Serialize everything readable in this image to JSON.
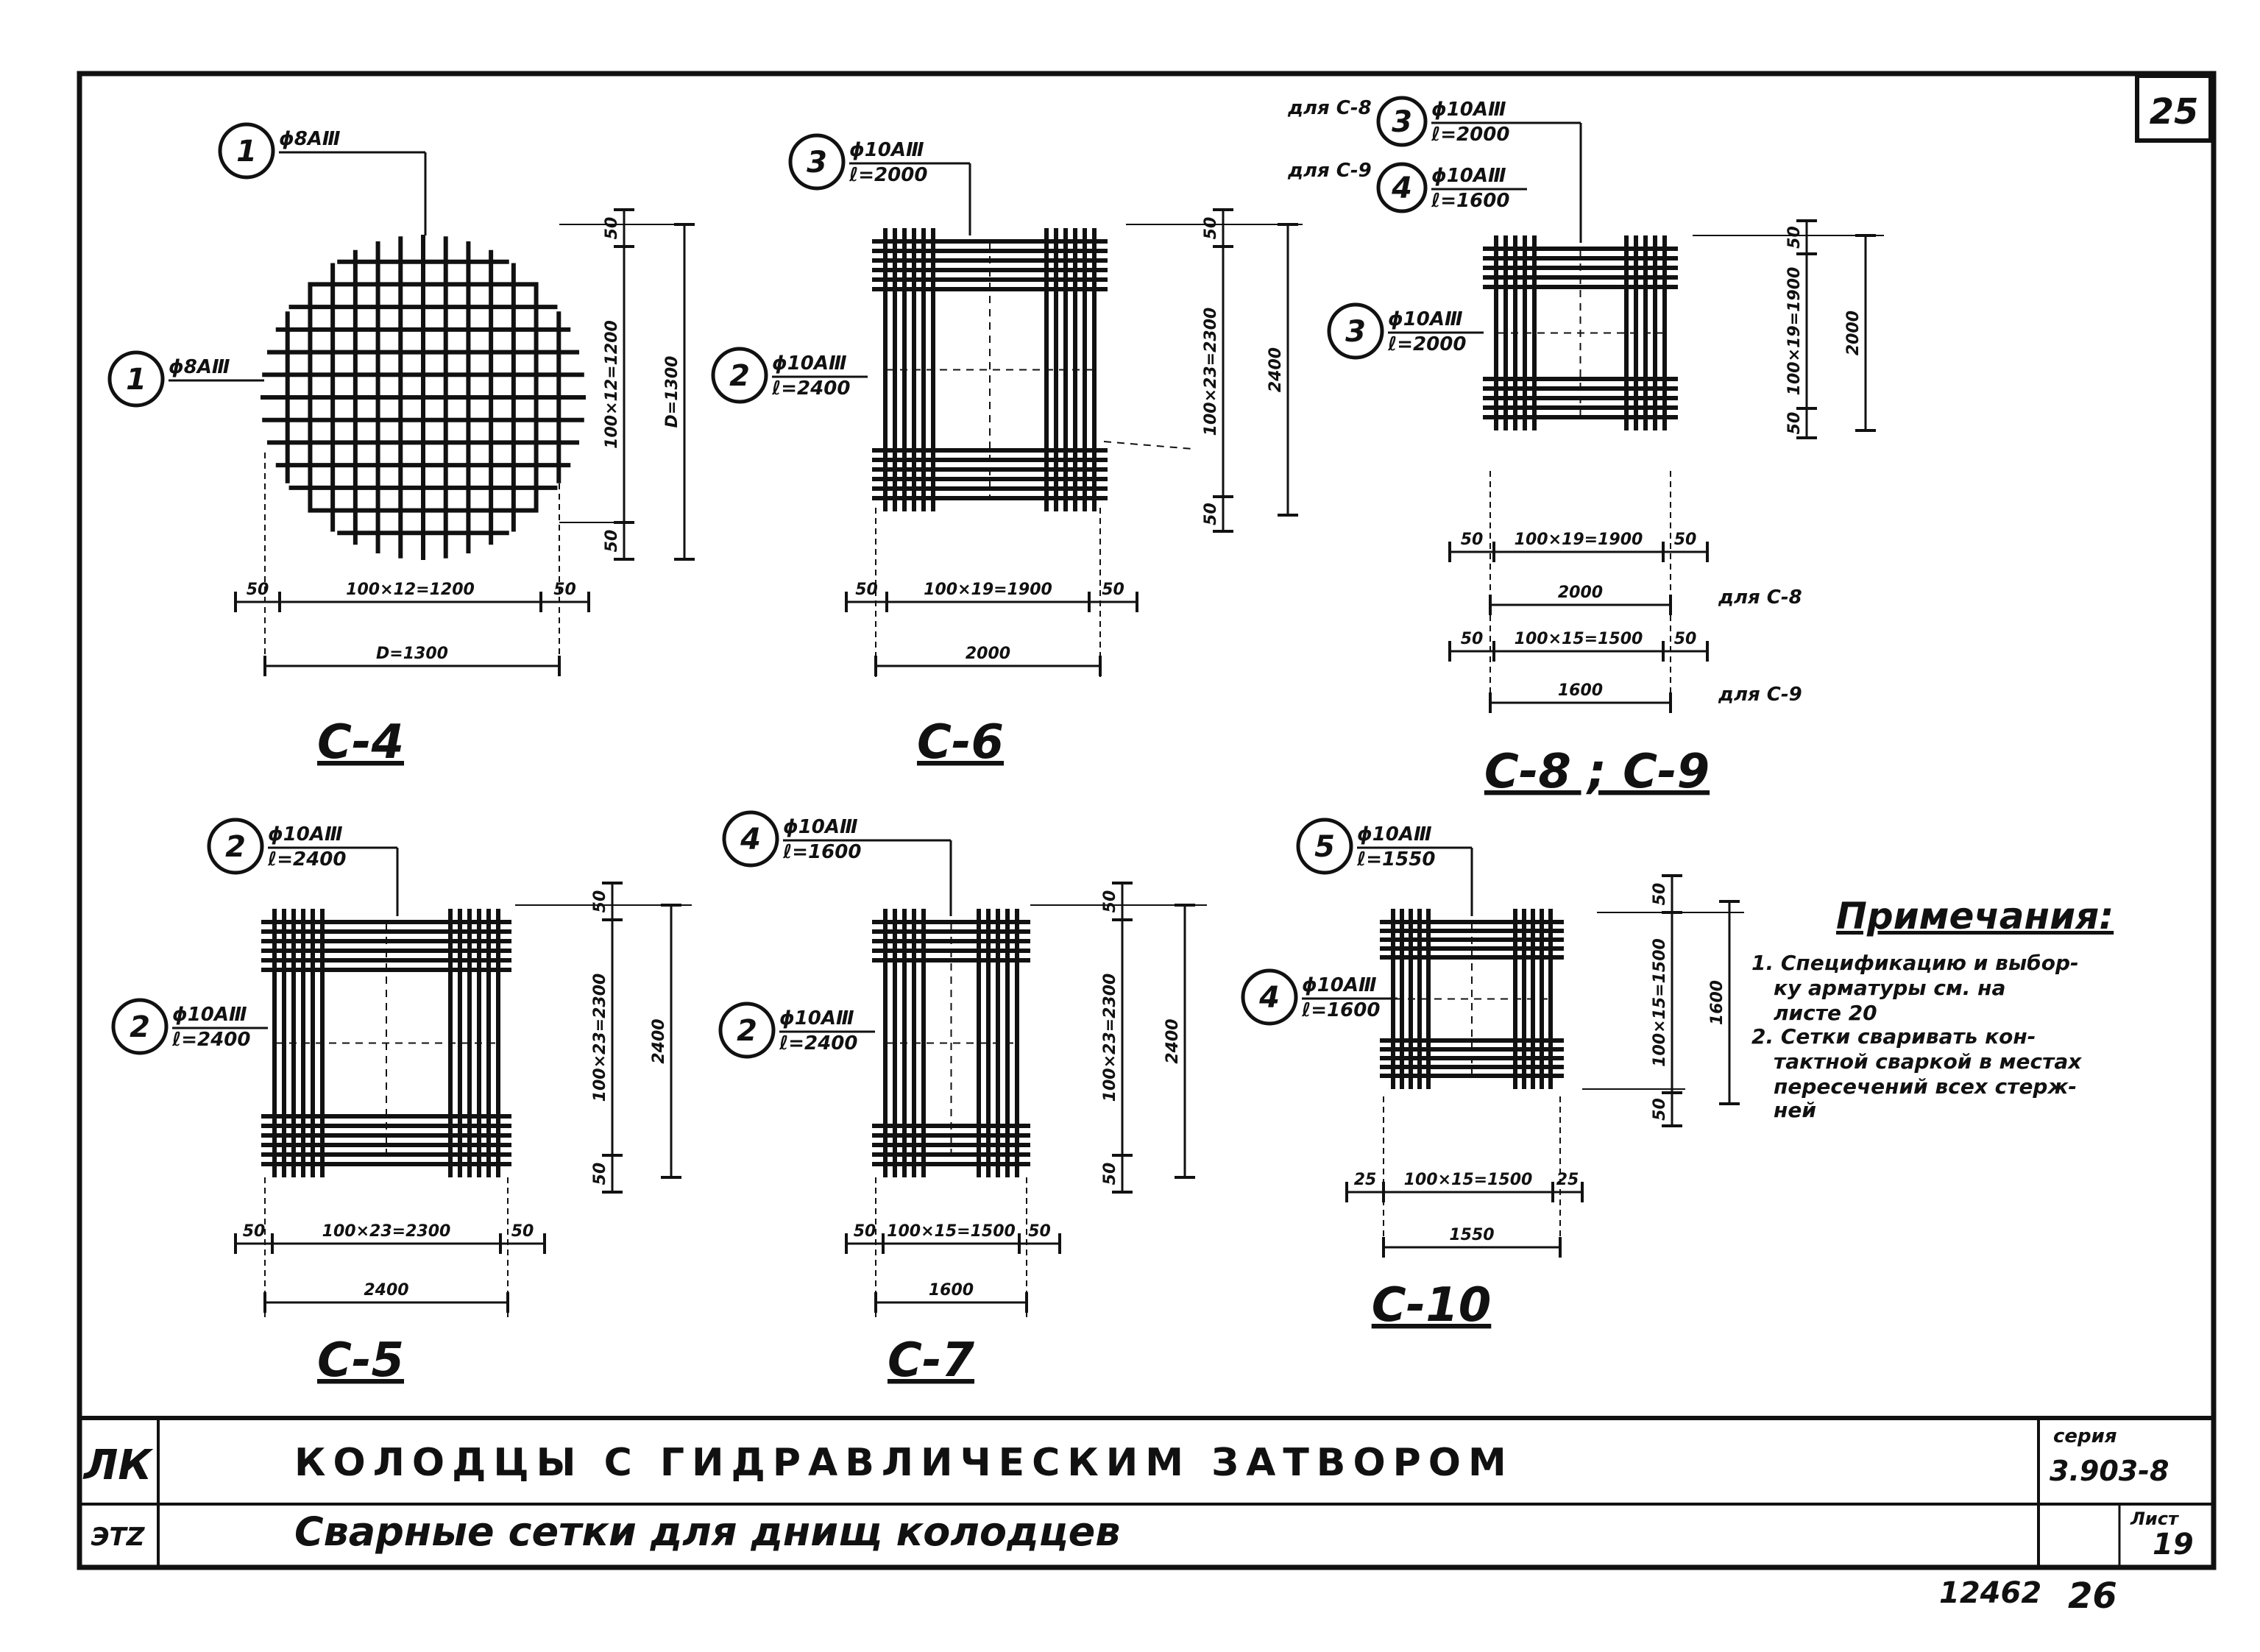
{
  "sheet_number_top": "25",
  "drawings": [
    {
      "id": "c4",
      "label": "C-4",
      "callout_top": {
        "pos": "1",
        "bar": "ϕ8AⅢ"
      },
      "callout_side": {
        "pos": "1",
        "bar": "ϕ8AⅢ"
      },
      "dims": {
        "top_off": "50",
        "span_v": "100×12=1200",
        "total_v": "D=1300",
        "bot_off": "50",
        "left_off": "50",
        "span_h": "100×12=1200",
        "right_off": "50",
        "total_h": "D=1300"
      }
    },
    {
      "id": "c6",
      "label": "C-6",
      "callout_top": {
        "pos": "3",
        "bar": "ϕ10AⅢ",
        "len": "ℓ=2000"
      },
      "callout_side": {
        "pos": "2",
        "bar": "ϕ10AⅢ",
        "len": "ℓ=2400"
      },
      "dims": {
        "top_off": "50",
        "span_v": "100×23=2300",
        "total_v": "2400",
        "bot_off": "50",
        "left_off": "50",
        "span_h": "100×19=1900",
        "right_off": "50",
        "total_h": "2000"
      }
    },
    {
      "id": "c8",
      "label": "C-8 ; C-9",
      "callout_top_a": {
        "prefix": "для C-8",
        "pos": "3",
        "bar": "ϕ10AⅢ",
        "len": "ℓ=2000"
      },
      "callout_top_b": {
        "prefix": "для C-9",
        "pos": "4",
        "bar": "ϕ10AⅢ",
        "len": "ℓ=1600"
      },
      "callout_side": {
        "pos": "3",
        "bar": "ϕ10AⅢ",
        "len": "ℓ=2000"
      },
      "dims": {
        "top_off": "50",
        "span_v": "100×19=1900",
        "total_v": "2000",
        "bot_off": "50",
        "row1_left": "50",
        "row1_span": "100×19=1900",
        "row1_right": "50",
        "row1_total": "2000",
        "row1_note": "для C-8",
        "row2_left": "50",
        "row2_span": "100×15=1500",
        "row2_right": "50",
        "row2_total": "1600",
        "row2_note": "для C-9"
      }
    },
    {
      "id": "c5",
      "label": "C-5",
      "callout_top": {
        "pos": "2",
        "bar": "ϕ10AⅢ",
        "len": "ℓ=2400"
      },
      "callout_side": {
        "pos": "2",
        "bar": "ϕ10AⅢ",
        "len": "ℓ=2400"
      },
      "dims": {
        "top_off": "50",
        "span_v": "100×23=2300",
        "total_v": "2400",
        "bot_off": "50",
        "left_off": "50",
        "span_h": "100×23=2300",
        "right_off": "50",
        "total_h": "2400"
      }
    },
    {
      "id": "c7",
      "label": "C-7",
      "callout_top": {
        "pos": "4",
        "bar": "ϕ10AⅢ",
        "len": "ℓ=1600"
      },
      "callout_side": {
        "pos": "2",
        "bar": "ϕ10AⅢ",
        "len": "ℓ=2400"
      },
      "dims": {
        "top_off": "50",
        "span_v": "100×23=2300",
        "total_v": "2400",
        "bot_off": "50",
        "left_off": "50",
        "span_h": "100×15=1500",
        "right_off": "50",
        "total_h": "1600"
      }
    },
    {
      "id": "c10",
      "label": "C-10",
      "callout_top": {
        "pos": "5",
        "bar": "ϕ10AⅢ",
        "len": "ℓ=1550"
      },
      "callout_side": {
        "pos": "4",
        "bar": "ϕ10AⅢ",
        "len": "ℓ=1600"
      },
      "dims": {
        "top_off": "50",
        "span_v": "100×15=1500",
        "total_v": "1600",
        "bot_off": "50",
        "left_off": "25",
        "span_h": "100×15=1500",
        "right_off": "25",
        "total_h": "1550"
      }
    }
  ],
  "notes": {
    "heading": "Примечания:",
    "lines": [
      "1. Спецификацию и выбор-",
      "ку арматуры см. на",
      "листе 20",
      "2. Сетки сваривать кон-",
      "тактной сваркой в местах",
      "пересечений всех стерж-",
      "ней"
    ]
  },
  "title_block": {
    "logo": "ЛК",
    "title": "КОЛОДЦЫ С ГИДРАВЛИЧЕСКИМ ЗАТВОРОМ",
    "code": "ЭТZ",
    "subtitle": "Сварные сетки для днищ колодцев",
    "series_label": "серия",
    "series": "3.903-8",
    "sheet_label": "Лист",
    "sheet": "19"
  },
  "footer": {
    "archive_no": "12462",
    "page_no": "26"
  }
}
